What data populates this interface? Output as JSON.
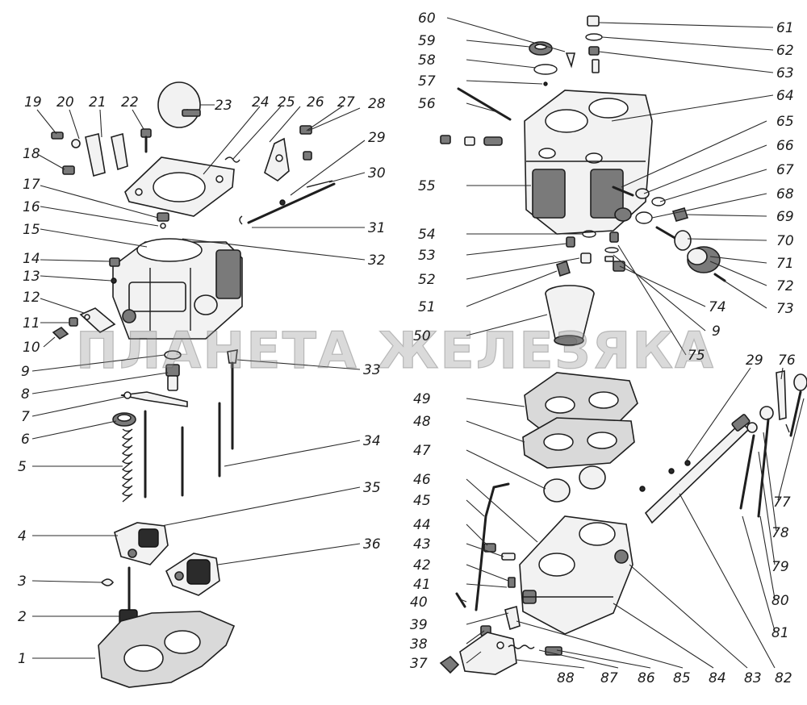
{
  "watermark": "ПЛАНЕТА ЖЕЛЕЗЯКА",
  "callouts": [
    "1",
    "2",
    "3",
    "4",
    "5",
    "6",
    "7",
    "8",
    "9",
    "10",
    "11",
    "12",
    "13",
    "14",
    "15",
    "16",
    "17",
    "18",
    "19",
    "20",
    "21",
    "22",
    "23",
    "24",
    "25",
    "26",
    "27",
    "28",
    "29",
    "30",
    "31",
    "32",
    "33",
    "34",
    "35",
    "36",
    "37",
    "38",
    "39",
    "40",
    "41",
    "42",
    "43",
    "44",
    "45",
    "46",
    "47",
    "48",
    "49",
    "50",
    "51",
    "52",
    "53",
    "54",
    "55",
    "56",
    "57",
    "58",
    "59",
    "60",
    "61",
    "62",
    "63",
    "64",
    "65",
    "66",
    "67",
    "68",
    "69",
    "70",
    "71",
    "72",
    "73",
    "74",
    "9",
    "75",
    "29",
    "76",
    "77",
    "78",
    "79",
    "80",
    "81",
    "82",
    "83",
    "84",
    "85",
    "86",
    "87",
    "88"
  ]
}
